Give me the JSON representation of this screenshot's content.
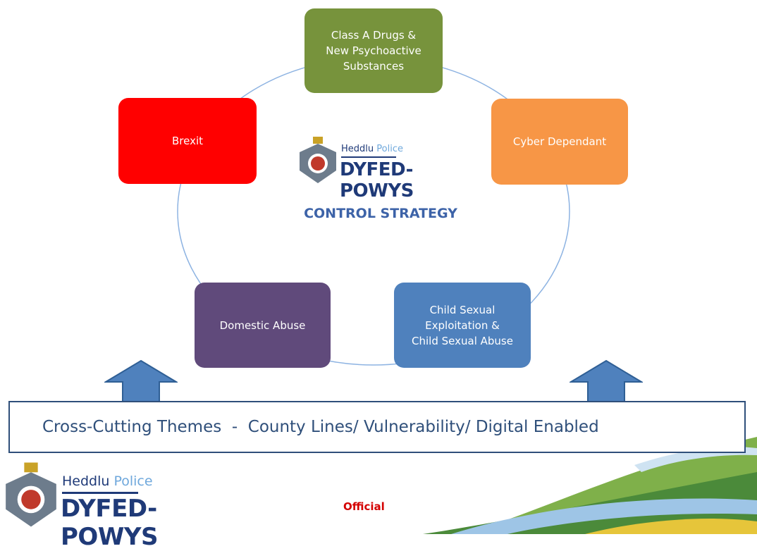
{
  "diagram": {
    "title": "CONTROL STRATEGY",
    "nodes": [
      {
        "label": "Class A Drugs &\nNew Psychoactive\nSubstances",
        "color": "#77933c"
      },
      {
        "label": "Cyber Dependant",
        "color": "#f79646"
      },
      {
        "label": "Child Sexual\nExploitation &\nChild Sexual Abuse",
        "color": "#4f81bd"
      },
      {
        "label": "Domestic Abuse",
        "color": "#604a7b"
      },
      {
        "label": "Brexit",
        "color": "#ff0000"
      }
    ],
    "ring_color": "#8db3e2"
  },
  "logo": {
    "heddlu": "Heddlu",
    "police": "Police",
    "name": "DYFED-POWYS"
  },
  "themes": {
    "text": "Cross-Cutting Themes  -  County Lines/ Vulnerability/ Digital Enabled",
    "arrow_color": "#4f81bd"
  },
  "footer": {
    "classification": "Official"
  }
}
